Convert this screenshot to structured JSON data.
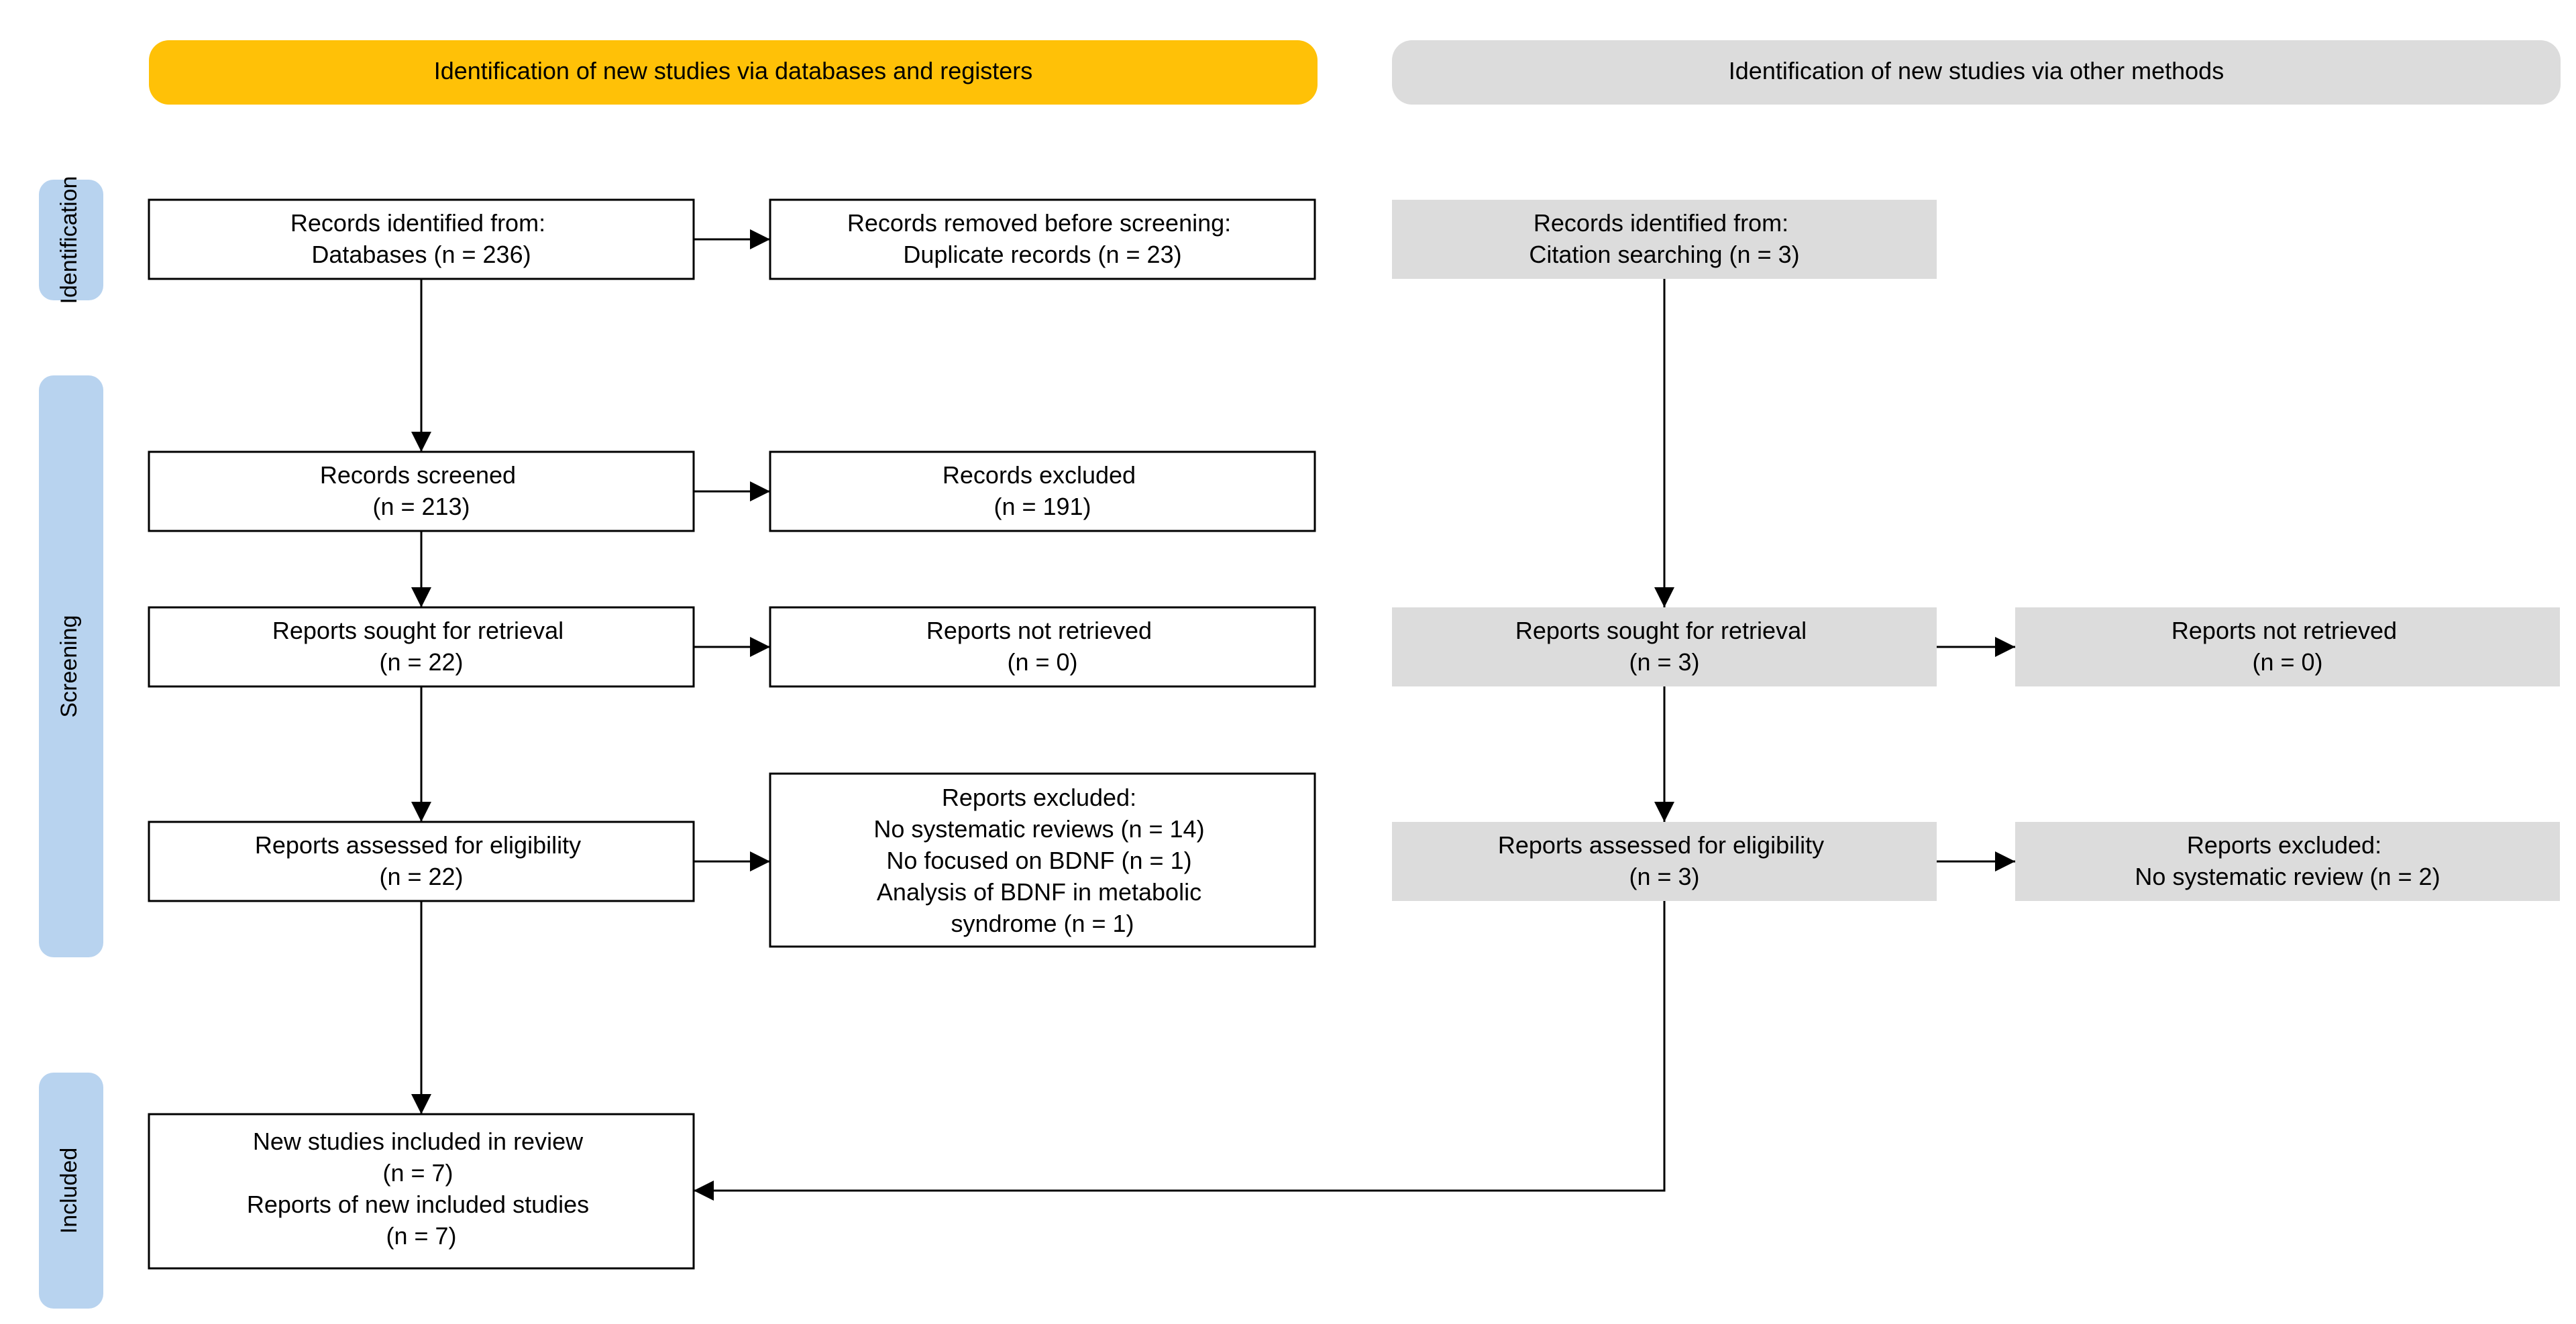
{
  "headers": {
    "databases": "Identification of new studies via databases and registers",
    "other": "Identification of new studies via other methods"
  },
  "phases": {
    "identification": "Identification",
    "screening": "Screening",
    "included": "Included"
  },
  "boxes": {
    "db_identified": [
      "Records identified from:",
      "Databases (n = 236)"
    ],
    "db_removed": [
      "Records removed before screening:",
      "Duplicate records (n = 23)"
    ],
    "db_screened": [
      "Records screened",
      "(n = 213)"
    ],
    "db_excluded": [
      "Records excluded",
      "(n = 191)"
    ],
    "db_sought": [
      "Reports sought for retrieval",
      "(n = 22)"
    ],
    "db_not_retrieved": [
      "Reports not retrieved",
      "(n = 0)"
    ],
    "db_assessed": [
      "Reports assessed for eligibility",
      "(n = 22)"
    ],
    "db_reports_excluded": [
      "Reports excluded:",
      "No systematic reviews (n =  14)",
      "No focused on BDNF (n =  1)",
      "Analysis of BDNF in metabolic",
      "syndrome (n =  1)"
    ],
    "included": [
      "New studies included in review",
      "(n = 7)",
      "Reports of new included studies",
      "(n = 7)"
    ],
    "other_identified": [
      "Records identified from:",
      "Citation searching (n = 3)"
    ],
    "other_sought": [
      "Reports sought for retrieval",
      "(n = 3)"
    ],
    "other_not_retrieved": [
      "Reports not retrieved",
      "(n = 0)"
    ],
    "other_assessed": [
      "Reports assessed for eligibility",
      "(n = 3)"
    ],
    "other_excluded": [
      "Reports excluded:",
      "No systematic review (n =  2)"
    ]
  },
  "colors": {
    "header_databases": "#FFC107",
    "header_other": "#DCDCDC",
    "phase_bar": "#B8D3EF",
    "other_box": "#DCDCDC",
    "db_box": "#FFFFFF",
    "line": "#000000"
  }
}
